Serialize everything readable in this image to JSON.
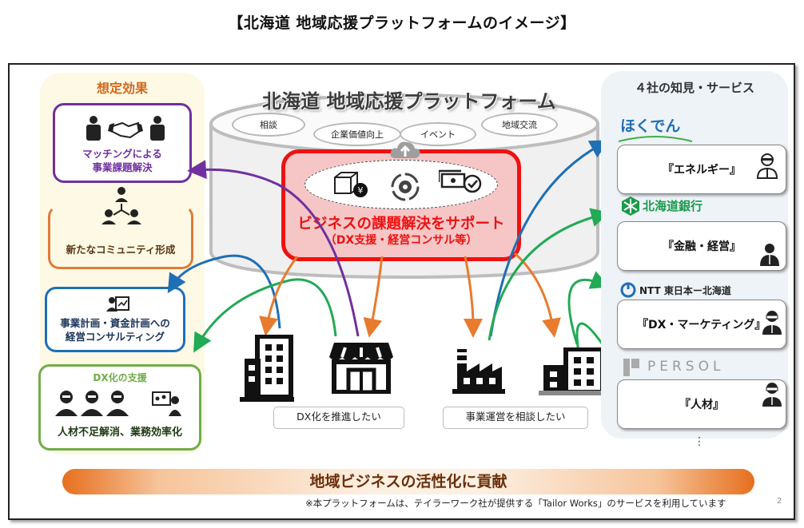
{
  "page_title": "【北海道 地域応援プラットフォームのイメージ】",
  "effects": {
    "title": "想定効果",
    "items": [
      {
        "label_lines": [
          "マッチングによる",
          "事業課題解決"
        ],
        "icon": "handshake-people-icon",
        "color": "#7030a0"
      },
      {
        "label_lines": [
          "新たなコミュニティ形成"
        ],
        "icon": "community-network-icon",
        "color": "#e07b39"
      },
      {
        "label_lines": [
          "事業計画・資金計画への",
          "経営コンサルティング"
        ],
        "icon": "presentation-chart-icon",
        "color": "#1f6fb5"
      },
      {
        "heading": "DX化の支援",
        "label_lines": [
          "人材不足解消、業務効率化"
        ],
        "icon": "staff-and-automation-icon",
        "color": "#70ad47"
      }
    ]
  },
  "platform": {
    "title": "北海道 地域応援プラットフォーム",
    "pills": [
      "相談",
      "企業価値向上",
      "イベント",
      "地域交流"
    ],
    "support_main": "ビジネスの課題解決をサポート",
    "support_sub": "（DX支援・経営コンサル等）",
    "icons": [
      "box-yen-icon",
      "cloud-upload-icon",
      "gear-cycle-icon",
      "money-check-icon"
    ]
  },
  "businesses": {
    "icons": [
      "office-building-icon",
      "storefront-icon",
      "factory-icon",
      "office-building-icon"
    ],
    "bubbles": [
      "DX化を推進したい",
      "事業運営を相談したい"
    ]
  },
  "partners": {
    "title": "４社の知見・サービス",
    "items": [
      {
        "logo": "ほくでん",
        "service": "『エネルギー』",
        "logo_color": "#1f6fb5"
      },
      {
        "logo": "北海道銀行",
        "service": "『金融・経営』",
        "logo_color": "#1a9a4a"
      },
      {
        "logo_mark": "NTT",
        "logo": "東日本ー北海道",
        "service": "『DX・マーケティング』",
        "logo_color": "#1f6fb5"
      },
      {
        "logo": "PERSOL",
        "service": "『人材』",
        "logo_color": "#9a9a9a"
      }
    ],
    "more": "⋮"
  },
  "banner": "地域ビジネスの活性化に貢献",
  "footnote": "※本プラットフォームは、テイラーワーク社が提供する「Tailor Works」のサービスを利用しています",
  "footnote_mark": "2"
}
